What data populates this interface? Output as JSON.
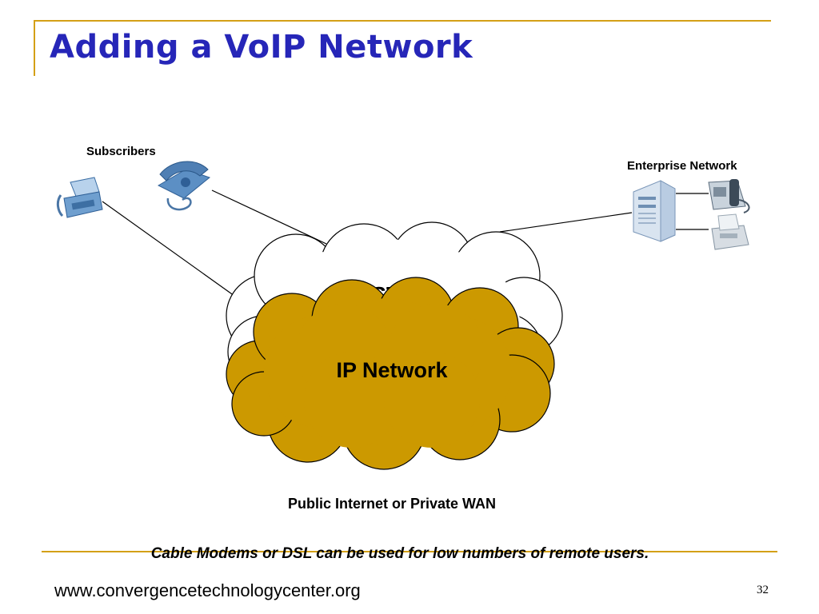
{
  "slide": {
    "title": "Adding a VoIP Network",
    "footer_note": "Cable Modems or DSL can be used for low numbers of remote users.",
    "website": "www.convergencetechnologycenter.org",
    "page_number": "32"
  },
  "diagram": {
    "subscribers_label": "Subscribers",
    "enterprise_label": "Enterprise Network",
    "pstn_label": "PSTN",
    "ip_network_label": "IP Network",
    "wan_label": "Public Internet or Private WAN",
    "colors": {
      "pstn_fill": "#ffffff",
      "ip_fill": "#cc9900",
      "device_blue": "#6f9fcf",
      "title": "#2626b8",
      "accent_rule": "#d4a017"
    }
  }
}
